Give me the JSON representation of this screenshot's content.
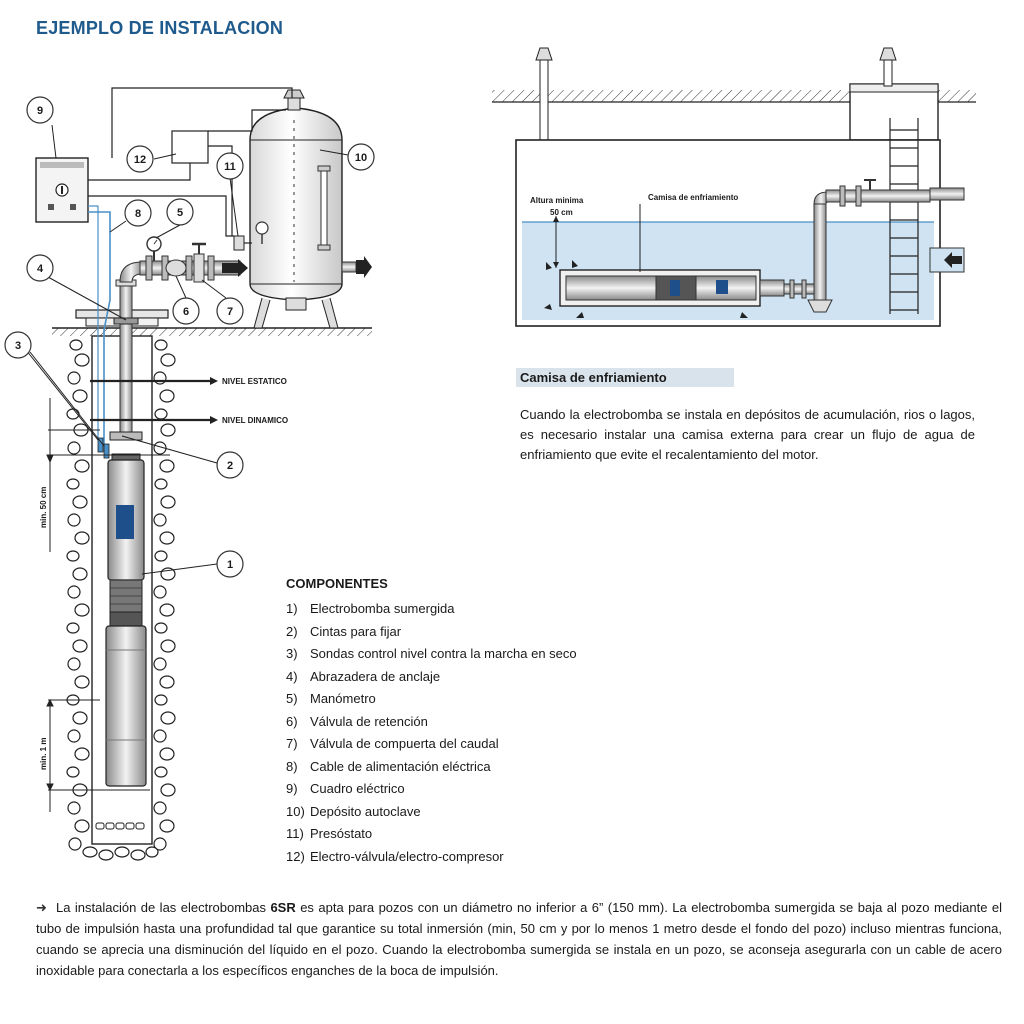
{
  "header": {
    "title": "EJEMPLO DE INSTALACION"
  },
  "diagram_left": {
    "callouts": [
      "1",
      "2",
      "3",
      "4",
      "5",
      "6",
      "7",
      "8",
      "9",
      "10",
      "11",
      "12"
    ],
    "nivel_estatico": "NIVEL ESTATICO",
    "nivel_dinamico": "NIVEL DINAMICO",
    "min_50": "min. 50 cm",
    "min_1": "min. 1 m"
  },
  "diagram_right": {
    "altura_minima": "Altura minima",
    "altura_valor": "50 cm",
    "camisa_label": "Camisa de enfriamiento"
  },
  "camisa": {
    "heading": "Camisa de enfriamiento",
    "text": "Cuando la electrobomba se instala en depósitos de acumulación, rios o lagos, es necesario instalar una camisa externa para crear un flujo de agua de enfriamiento que evite el recalentamiento del motor."
  },
  "componentes": {
    "heading": "COMPONENTES",
    "items": [
      {
        "num": "1)",
        "label": "Electrobomba sumergida"
      },
      {
        "num": "2)",
        "label": "Cintas para fijar"
      },
      {
        "num": "3)",
        "label": "Sondas control nivel contra la marcha en seco"
      },
      {
        "num": "4)",
        "label": "Abrazadera de anclaje"
      },
      {
        "num": "5)",
        "label": "Manómetro"
      },
      {
        "num": "6)",
        "label": "Válvula de retención"
      },
      {
        "num": "7)",
        "label": "Válvula de compuerta del caudal"
      },
      {
        "num": "8)",
        "label": "Cable de alimentación eléctrica"
      },
      {
        "num": "9)",
        "label": "Cuadro eléctrico"
      },
      {
        "num": "10)",
        "label": "Depósito autoclave"
      },
      {
        "num": "11)",
        "label": "Presóstato"
      },
      {
        "num": "12)",
        "label": "Electro-válvula/electro-compresor"
      }
    ]
  },
  "footer": {
    "part1": "La instalación de las electrobombas ",
    "model": "6SR",
    "part2": " es apta para pozos con un diámetro no inferior a 6” (150 mm). La electrobomba sumergida se baja al pozo mediante el tubo de impulsión hasta una profundidad tal que garantice su total inmersión (min, 50 cm y por lo menos 1 metro desde el fondo del pozo) incluso mientras funciona, cuando se aprecia una disminución del líquido en el pozo. Cuando la electrobomba sumergida se instala en un pozo, se aconseja asegurarla con un cable de acero inoxidable para conectarla a los específicos enganches de la boca de impulsión."
  },
  "colors": {
    "title_blue": "#1f5a8c",
    "water": "#cfe3f2",
    "heading_bg": "#d9e3ec",
    "pump_blue": "#1f4f8a"
  }
}
